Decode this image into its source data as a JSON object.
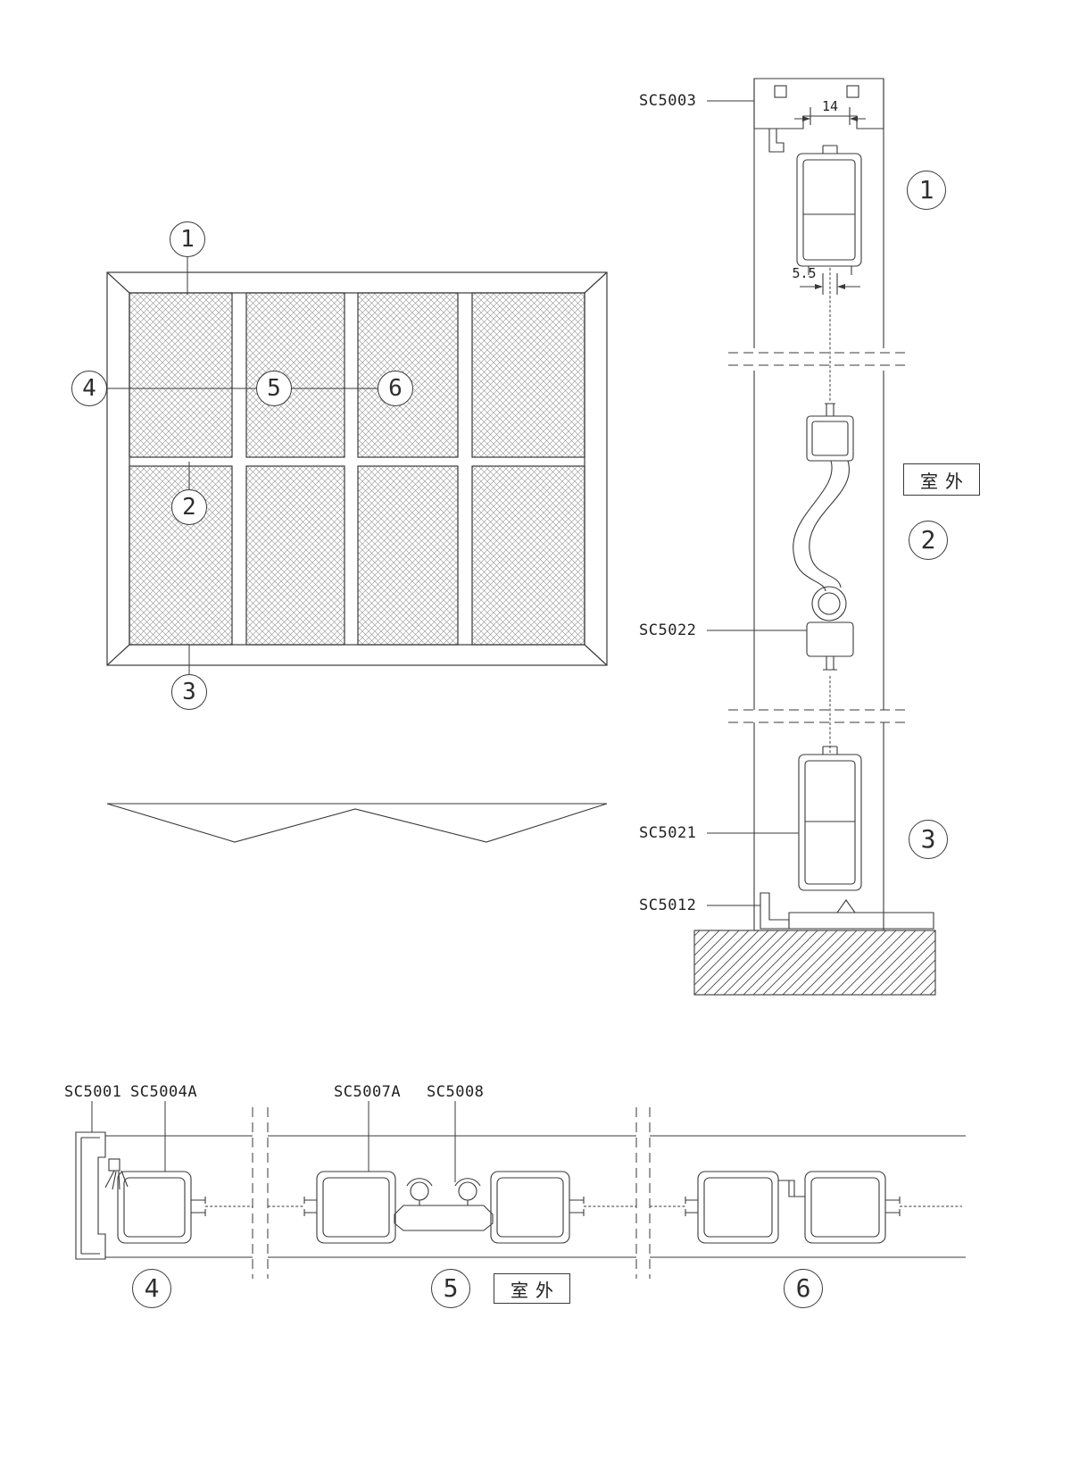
{
  "drawing": {
    "type": "window-screen-section-detail"
  },
  "colors": {
    "line": "#3a3a3a",
    "background": "#ffffff"
  },
  "callouts": {
    "c1": "1",
    "c2": "2",
    "c3": "3",
    "c4": "4",
    "c5": "5",
    "c6": "6"
  },
  "sections": {
    "s1": "1",
    "s2": "2",
    "s3": "3",
    "s4": "4",
    "s5": "5",
    "s6": "6"
  },
  "profiles": {
    "sc5003": "SC5003",
    "sc5022": "SC5022",
    "sc5021": "SC5021",
    "sc5012": "SC5012",
    "sc5001": "SC5001",
    "sc5004a": "SC5004A",
    "sc5007a": "SC5007A",
    "sc5008": "SC5008"
  },
  "dims": {
    "d14": "14",
    "d55": "5.5"
  },
  "outdoor": {
    "label": "室外"
  }
}
